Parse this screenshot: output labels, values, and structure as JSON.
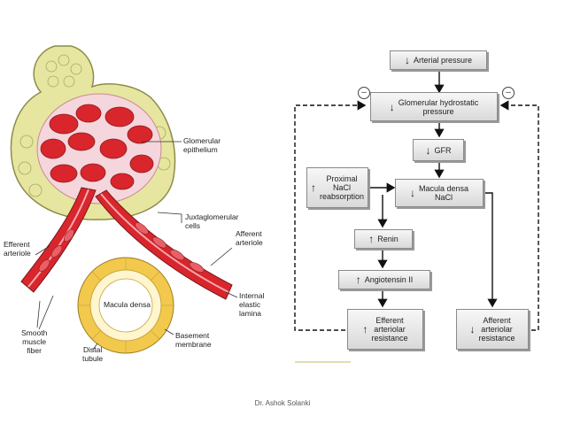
{
  "anatomy": {
    "labels": {
      "glomerular_epithelium": "Glomerular\nepithelium",
      "juxtaglomerular_cells": "Juxtaglomerular\ncells",
      "afferent_arteriole": "Afferent\narteriole",
      "efferent_arteriole": "Efferent\narteriole",
      "macula_densa": "Macula densa",
      "internal_elastic_lamina": "Internal\nelastic\nlamina",
      "smooth_muscle_fiber": "Smooth\nmuscle\nfiber",
      "distal_tubule": "Distal\ntubule",
      "basement_membrane": "Basement\nmembrane"
    }
  },
  "flow": {
    "arterial_pressure": {
      "arrow": "down",
      "text": "Arterial pressure"
    },
    "glomerular_pressure": {
      "arrow": "down",
      "text": "Glomerular hydrostatic\npressure"
    },
    "gfr": {
      "arrow": "down",
      "text": "GFR"
    },
    "proximal": {
      "arrow": "up",
      "text": "Proximal\nNaCl\nreabsorption"
    },
    "macula": {
      "arrow": "down",
      "text": "Macula densa\nNaCl"
    },
    "renin": {
      "arrow": "up",
      "text": "Renin"
    },
    "angiotensin": {
      "arrow": "up",
      "text": "Angiotensin II"
    },
    "efferent": {
      "arrow": "up",
      "text": "Efferent\narteriolar\nresistance"
    },
    "afferent": {
      "arrow": "down",
      "text": "Afferent\narteriolar\nresistance"
    },
    "minus_left": "–",
    "minus_right": "–"
  },
  "credit": "Dr. Ashok Solanki",
  "colors": {
    "vessel": "#d8262c",
    "capsule": "#e6e6a0",
    "tubule_cells": "#f2c94c",
    "accent_line": "#d8d29a"
  }
}
